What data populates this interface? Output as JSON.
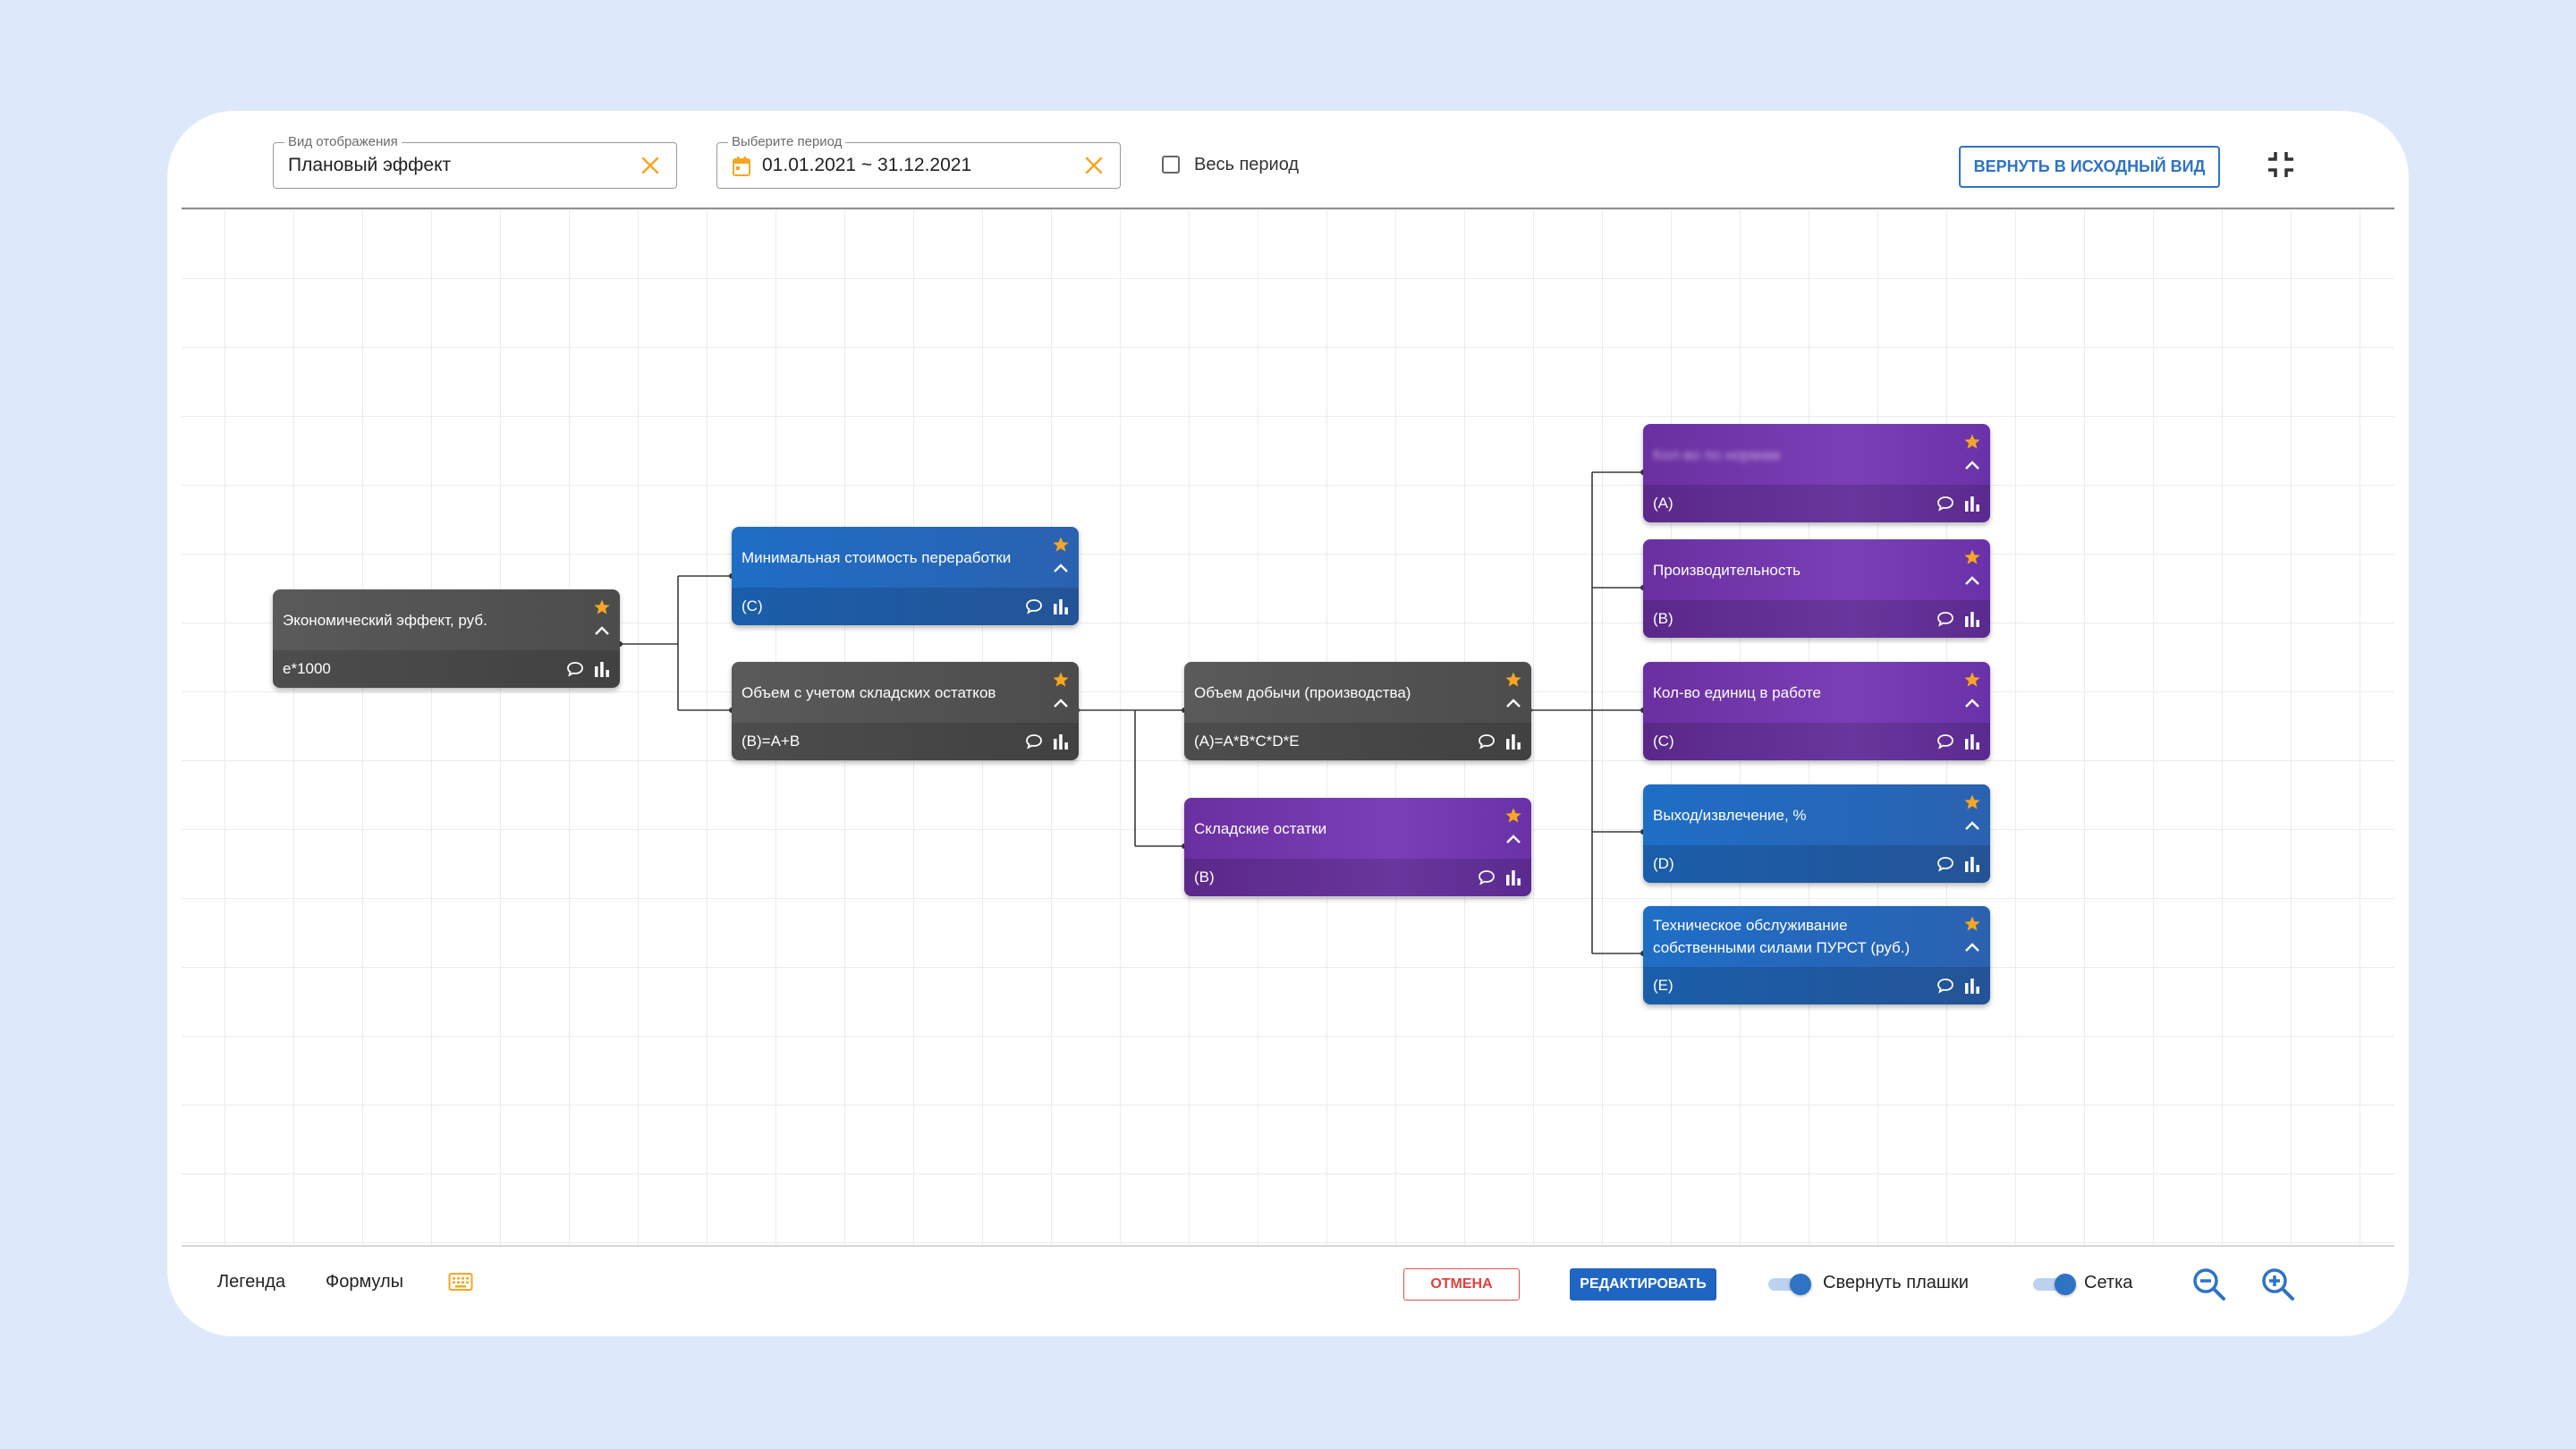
{
  "toolbar": {
    "view_label": "Вид отображения",
    "view_value": "Плановый эффект",
    "period_label": "Выберите период",
    "period_value": "01.01.2021 ~ 31.12.2021",
    "whole_period_label": "Весь период",
    "whole_period_checked": false,
    "reset_label": "ВЕРНУТЬ В ИСХОДНЫЙ ВИД"
  },
  "nodes": {
    "economic_effect": {
      "title": "Экономический эффект, руб.",
      "formula": "e*1000",
      "color": "#4f4f4f"
    },
    "min_cost": {
      "title": "Минимальная стоимость переработки",
      "formula": "(C)",
      "color": "#1f6ec6"
    },
    "volume_stock": {
      "title": "Объем с учетом складских остатков",
      "formula": "(B)=A+B",
      "color": "#4f4f4f"
    },
    "production_volume": {
      "title": "Объем добычи (производства)",
      "formula": "(A)=A*B*C*D*E",
      "color": "#4f4f4f"
    },
    "stock": {
      "title": "Складские остатки",
      "formula": "(B)",
      "color": "#6a2fa0"
    },
    "hidden_node": {
      "title": "Кол-во по нормам",
      "formula": "(A)",
      "color": "#6a2fa0"
    },
    "productivity": {
      "title": "Производительность",
      "formula": "(B)",
      "color": "#6a2fa0"
    },
    "units_count": {
      "title": "Кол-во единиц в работе",
      "formula": "(C)",
      "color": "#6a2fa0"
    },
    "yield": {
      "title": "Выход/извлечение, %",
      "formula": "(D)",
      "color": "#1f6ec6"
    },
    "maintenance": {
      "title_line1": "Техническое обслуживание",
      "title_line2": "собственными силами ПУРСТ (руб.)",
      "formula": "(E)",
      "color": "#1f6ec6"
    }
  },
  "bottom": {
    "legend_label": "Легенда",
    "formulas_label": "Формулы",
    "cancel_label": "ОТМЕНА",
    "edit_label": "РЕДАКТИРОВАТЬ",
    "collapse_cards_label": "Свернуть плашки",
    "collapse_cards_on": true,
    "grid_label": "Сетка",
    "grid_on": true
  },
  "colors": {
    "accent": "#2e73c4",
    "star": "#f5a623",
    "clear_icon": "#f5a623",
    "cancel": "#e04040"
  },
  "icons": [
    "clear-icon",
    "calendar-icon",
    "exit-fullscreen-icon",
    "star-icon",
    "chevron-up-icon",
    "comment-icon",
    "bar-chart-icon",
    "keyboard-icon",
    "zoom-out-icon",
    "zoom-in-icon"
  ]
}
